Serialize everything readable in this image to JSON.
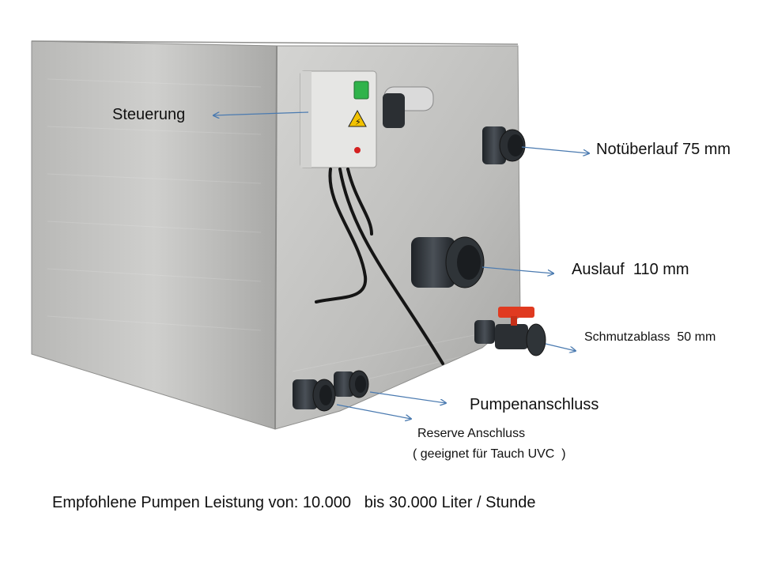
{
  "labels": {
    "steuerung": "Steuerung",
    "notueberlauf": "Notüberlauf 75 mm",
    "auslauf": "Auslauf  110 mm",
    "schmutzablass": "Schmutzablass  50 mm",
    "pumpenanschluss": "Pumpenanschluss",
    "reserve_line1": "Reserve Anschluss",
    "reserve_line2": "( geeignet für Tauch UVC  )"
  },
  "footer": {
    "text": "Empfohlene Pumpen Leistung von: 10.000   bis 30.000 Liter / Stunde"
  },
  "colors": {
    "arrow": "#4a7ab0",
    "steel_light": "#c9c9c7",
    "steel_dark": "#9a9a98",
    "pipe": "#2b2f33",
    "valve_handle": "#e03a20",
    "switch_green": "#2fb34a",
    "indicator_red": "#d42020",
    "warning_yellow": "#f2c200"
  }
}
